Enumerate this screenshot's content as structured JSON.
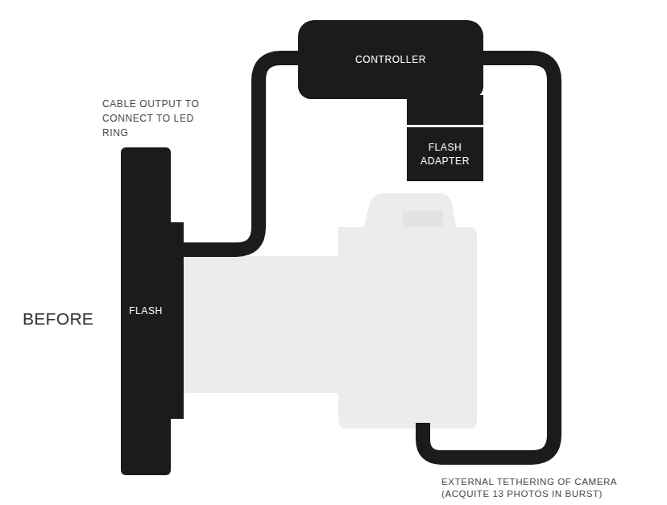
{
  "diagram": {
    "nodes": [
      {
        "text": [
          "CONTROLLER"
        ]
      },
      {
        "text": [
          "FLASH ADAPTER"
        ]
      },
      {
        "text": [
          "FLASH"
        ]
      }
    ],
    "edges": [
      {
        "from": 2,
        "to": 0,
        "arrow": "none"
      }
    ],
    "labels": [
      "CABLE OUTPUT TO CONNECT TO LED RING",
      "BEFORE",
      "EXTERNAL TETHERING OF CAMERA (ACQUITE 13 PHOTOS IN BURST)"
    ]
  }
}
